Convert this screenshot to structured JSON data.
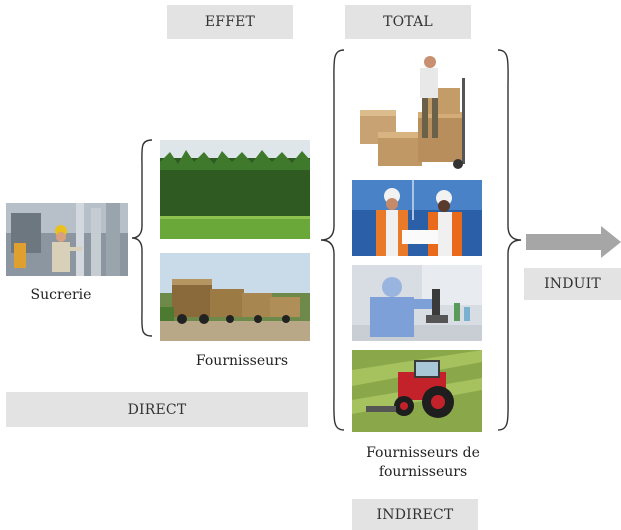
{
  "labels": {
    "effet": "EFFET",
    "total": "TOTAL",
    "direct": "DIRECT",
    "indirect": "INDIRECT",
    "induit": "INDUIT"
  },
  "captions": {
    "sucrerie": "Sucrerie",
    "fournisseurs": "Fournisseurs",
    "fournisseurs_de_fournisseurs_line1": "Fournisseurs de",
    "fournisseurs_de_fournisseurs_line2": "fournisseurs"
  },
  "photos": [
    {
      "id": "sugar-mill-worker",
      "subject": "worker in a sugar mill"
    },
    {
      "id": "cane-field",
      "subject": "sugarcane field"
    },
    {
      "id": "cane-trucks",
      "subject": "sugarcane transport trucks"
    },
    {
      "id": "delivery-boxes",
      "subject": "worker with delivery boxes"
    },
    {
      "id": "engineers",
      "subject": "engineers with hard hats"
    },
    {
      "id": "lab-microscope",
      "subject": "lab technician with microscope"
    },
    {
      "id": "tractor",
      "subject": "red tractor in a field"
    }
  ],
  "colors": {
    "label_box": "#e3e3e3",
    "arrow": "#a6a6a6",
    "brace": "#333333"
  }
}
